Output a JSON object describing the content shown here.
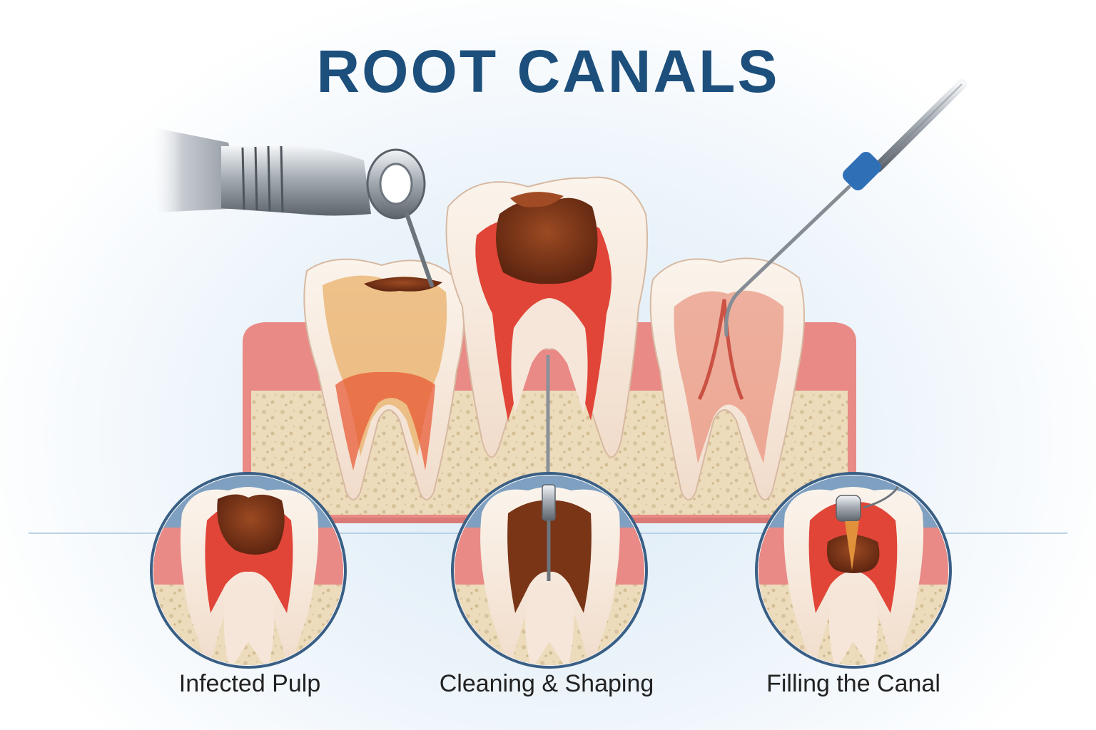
{
  "title": "ROOT CANALS",
  "steps": [
    {
      "label": "Infected Pulp",
      "icon": "infected-pulp-icon"
    },
    {
      "label": "Cleaning & Shaping",
      "icon": "endodontic-file-icon"
    },
    {
      "label": "Filling the Canal",
      "icon": "canal-filling-icon"
    }
  ],
  "colors": {
    "title": "#1d4f7c",
    "enamel": "#f7ece2",
    "gum": "#e98a86",
    "bone": "#ead8b8",
    "pulp": "#d93a33",
    "decay": "#7a3416",
    "instrument_blue": "#2f6fb6"
  }
}
